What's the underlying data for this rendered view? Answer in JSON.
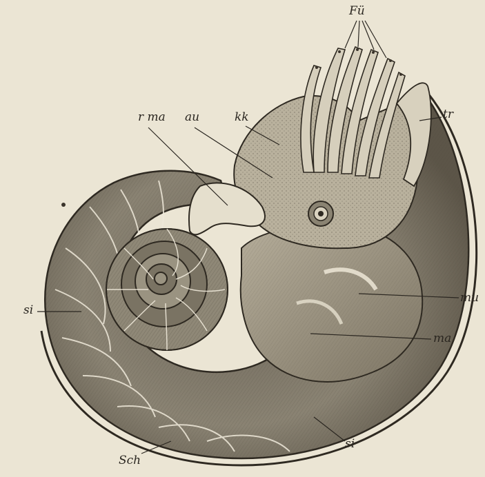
{
  "figure": {
    "subject": "nautilus-shell-cross-section",
    "background_color": "#ebe5d4",
    "ink_color": "#3a342b",
    "labels": {
      "fu": "Fü",
      "r_ma": "r ma",
      "au": "au",
      "kk": "kk",
      "tr": "tr",
      "si_left": "si",
      "mu": "mu",
      "ma": "ma",
      "sch": "Sch",
      "si_bottom": "si"
    }
  }
}
